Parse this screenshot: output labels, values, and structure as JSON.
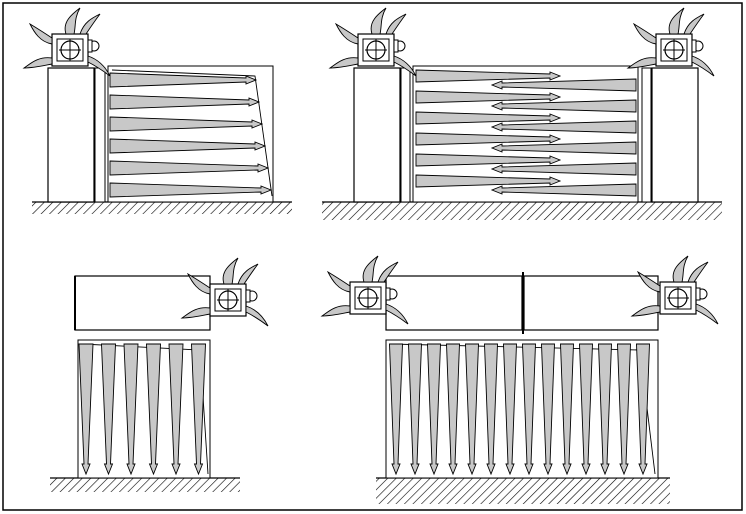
{
  "figure": {
    "panels": [
      {
        "id": "single-motor-horizontal",
        "motors": 1,
        "wind_direction": "horizontal",
        "arrow_rows": 6
      },
      {
        "id": "dual-motor-horizontal",
        "motors": 2,
        "wind_direction": "horizontal-bidirectional",
        "arrow_rows": 6
      },
      {
        "id": "single-motor-vertical",
        "motors": 1,
        "wind_direction": "vertical-down",
        "arrow_columns": 6
      },
      {
        "id": "dual-motor-vertical",
        "motors": 2,
        "wind_direction": "vertical-down",
        "arrow_columns": 14
      }
    ],
    "colors": {
      "line": "#000000",
      "arrow_fill": "#c8c8c8",
      "background": "#ffffff"
    }
  }
}
